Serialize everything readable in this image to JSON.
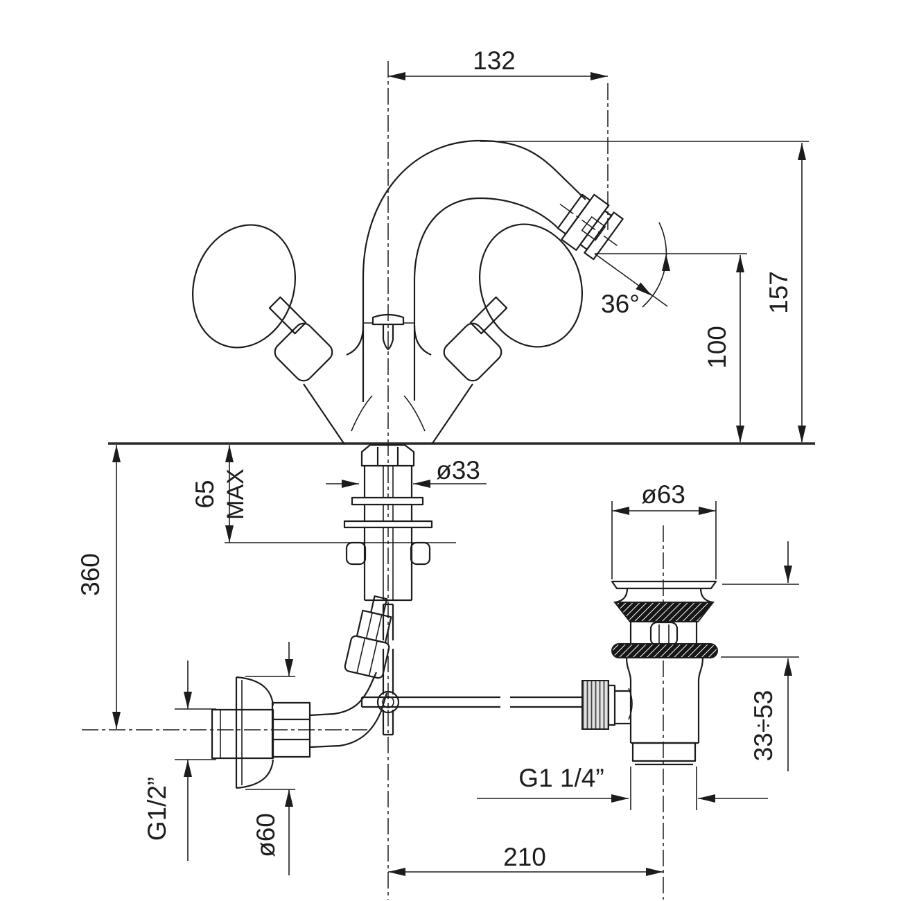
{
  "document": {
    "type": "technical-drawing",
    "subject": "bidet mixer tap with pop-up waste, front elevation with installation dimensions",
    "background_color": "#ffffff",
    "line_color": "#1c1c1c"
  },
  "dimensions": {
    "spout_reach": "132",
    "spout_height": "157",
    "outlet_height": "100",
    "outlet_angle": "36°",
    "shank_diameter": "ø33",
    "max_deck_value": "65",
    "max_deck_label": "MAX",
    "supply_drop": "360",
    "supply_thread": "G1/2”",
    "supply_flange_diameter": "ø60",
    "waste_flange_diameter": "ø63",
    "waste_height_range": "33÷53",
    "waste_outlet_thread": "G1  1/4”",
    "waste_centre_distance": "210"
  }
}
